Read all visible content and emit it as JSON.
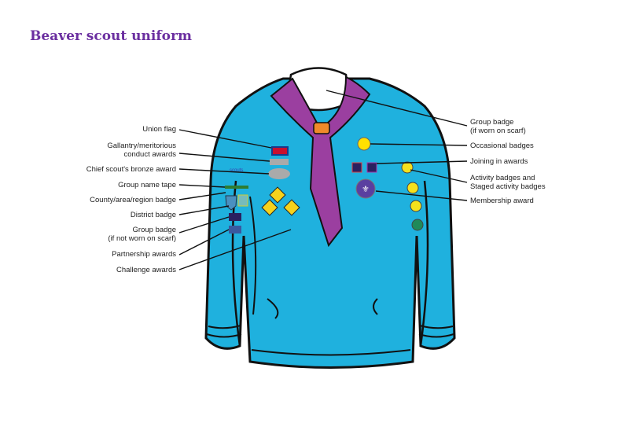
{
  "title": "Beaver scout uniform",
  "colors": {
    "shirt": "#1fb1de",
    "scarf": "#9b3fa0",
    "toggle": "#f08a2a",
    "title": "#6b2fa0"
  },
  "left_labels": [
    {
      "line1": "Union flag",
      "line2": ""
    },
    {
      "line1": "Gallantry/meritorious",
      "line2": "conduct awards"
    },
    {
      "line1": "Chief scout's bronze award",
      "line2": ""
    },
    {
      "line1": "Group name tape",
      "line2": ""
    },
    {
      "line1": "County/area/region badge",
      "line2": ""
    },
    {
      "line1": "District badge",
      "line2": ""
    },
    {
      "line1": "Group badge",
      "line2": "(if not worn on scarf)"
    },
    {
      "line1": "Partnership awards",
      "line2": ""
    },
    {
      "line1": "Challenge awards",
      "line2": ""
    }
  ],
  "right_labels": [
    {
      "line1": "Group badge",
      "line2": "(if worn on scarf)"
    },
    {
      "line1": "Occasional badges",
      "line2": ""
    },
    {
      "line1": "Joining in awards",
      "line2": ""
    },
    {
      "line1": "Activity badges and",
      "line2": "Staged activity badges"
    },
    {
      "line1": "Membership award",
      "line2": ""
    }
  ]
}
